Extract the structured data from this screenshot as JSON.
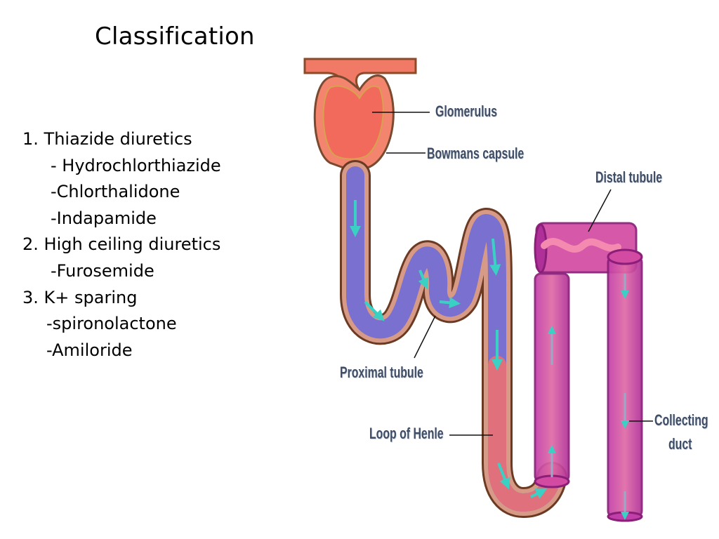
{
  "slide": {
    "title": "Classification",
    "items": [
      {
        "text": "1. Thiazide diuretics",
        "level": 0
      },
      {
        "text": "- Hydrochlorthiazide",
        "level": 1
      },
      {
        "text": "-Chlorthalidone",
        "level": 1
      },
      {
        "text": "-Indapamide",
        "level": 1
      },
      {
        "text": "2. High ceiling diuretics",
        "level": 0
      },
      {
        "text": "-Furosemide",
        "level": 1
      },
      {
        "text": "3. K+ sparing",
        "level": 0
      },
      {
        "text": "-spironolactone",
        "level": 2
      },
      {
        "text": "-Amiloride",
        "level": 2
      }
    ]
  },
  "diagram": {
    "labels": {
      "glomerulus": "Glomerulus",
      "bowmans_capsule": "Bowmans capsule",
      "distal_tubule": "Distal tubule",
      "proximal_tubule": "Proximal tubule",
      "loop_of_henle": "Loop of Henle",
      "collecting_duct_1": "Collecting",
      "collecting_duct_2": "duct"
    },
    "colors": {
      "glomerulus": "#f07a66",
      "tubule_blue": "#6f6fd6",
      "tubule_red": "#e06a78",
      "collecting_duct": "#b0309a",
      "arrow": "#3ad1c4",
      "label": "#3f4e66"
    }
  }
}
